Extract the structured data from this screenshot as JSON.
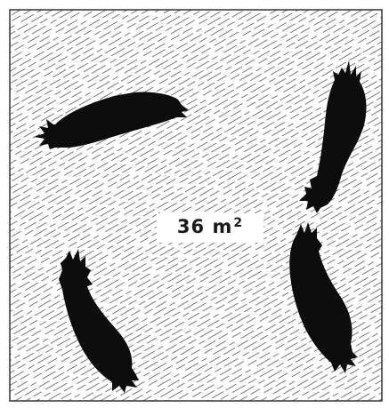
{
  "diagram": {
    "area_value": "36 m",
    "area_exponent": "2",
    "colors": {
      "fill_texture": "#7a7a7a",
      "background": "#ffffff",
      "border": "#333333",
      "feet": "#0d0d0d"
    },
    "shapes": [
      "footprint",
      "footprint",
      "footprint",
      "footprint"
    ]
  }
}
